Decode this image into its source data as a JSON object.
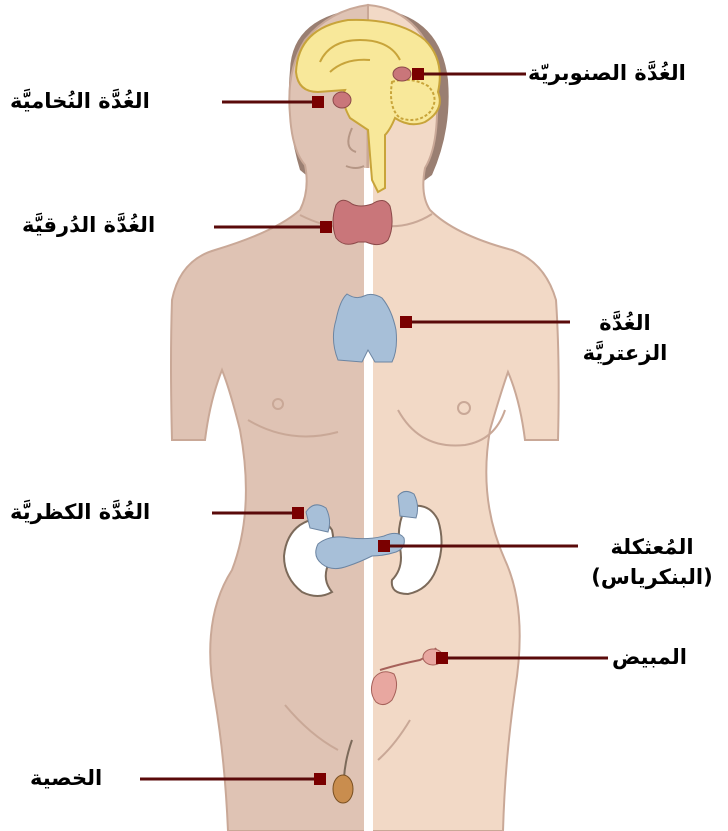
{
  "colors": {
    "body_male": "#dfc3b4",
    "body_female": "#f2d9c6",
    "outline": "#c9a897",
    "hair": "#9a7f72",
    "brain": "#f8e89a",
    "brain_outline": "#c8a43a",
    "gland_red": "#c9767a",
    "gland_blue": "#a7bfd8",
    "testis": "#c98d4e",
    "leader": "#5a0a0a",
    "divider": "#ffffff"
  },
  "labels": {
    "pineal": "الغُدَّة الصنوبريّة",
    "pituitary": "الغُدَّة النُخاميَّة",
    "thyroid": "الغُدَّة الدُرقيَّة",
    "thymus_line1": "الغُدَّة",
    "thymus_line2": "الزعتريَّة",
    "adrenal": "الغُدَّة الكظريَّة",
    "pancreas_line1": "المُعثكلة",
    "pancreas_line2": "(البنكرياس)",
    "ovary": "المبيض",
    "testis": "الخصية"
  }
}
